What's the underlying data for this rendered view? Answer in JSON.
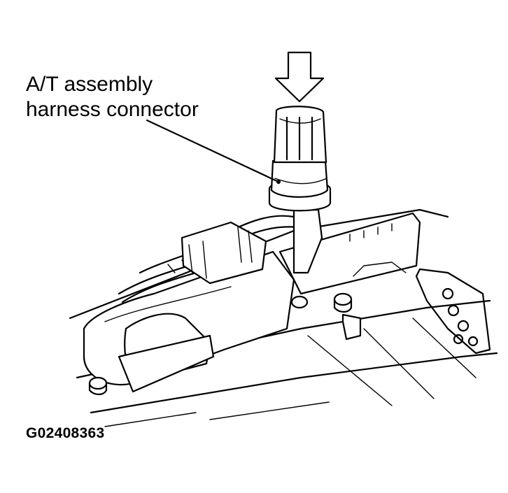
{
  "callout": {
    "line1": "A/T assembly",
    "line2": "harness connector"
  },
  "figure_id": "G02408363",
  "colors": {
    "ink": "#000000",
    "paper": "#ffffff"
  }
}
